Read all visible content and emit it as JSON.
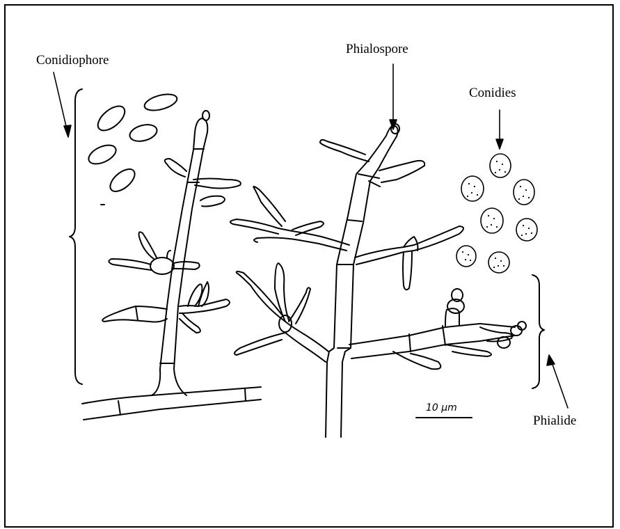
{
  "figure": {
    "labels": {
      "conidiophore": "Conidiophore",
      "phialospore": "Phialospore",
      "conidies": "Conidies",
      "phialide": "Phialide"
    },
    "scale_bar": "10 μm"
  },
  "colors": {
    "ink": "#000000",
    "background": "#ffffff"
  }
}
